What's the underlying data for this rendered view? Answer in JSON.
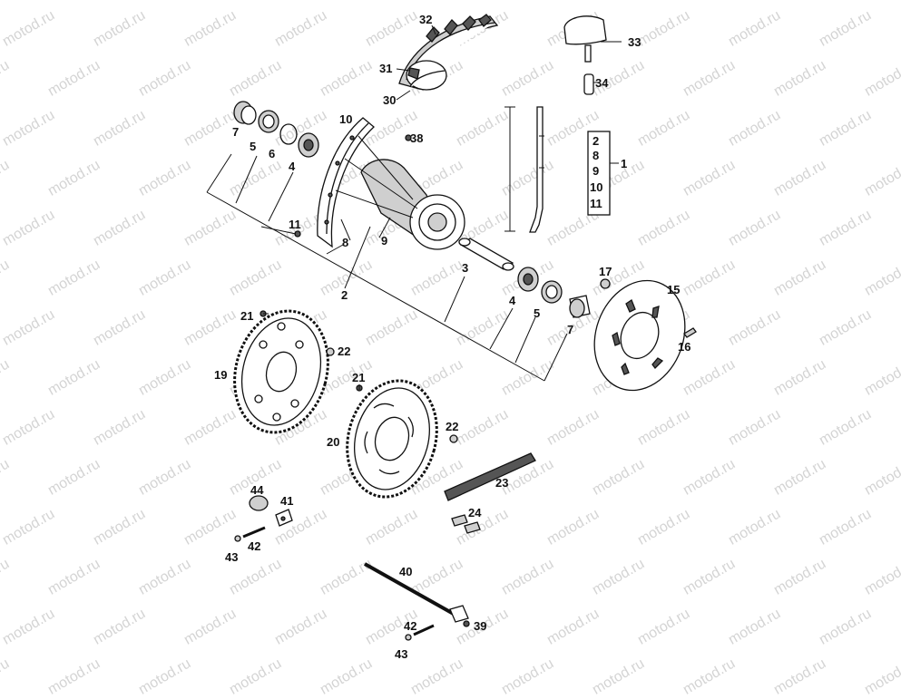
{
  "watermark": {
    "text": "motod.ru"
  },
  "callouts": {
    "c1": "1",
    "c2": "2",
    "c3": "3",
    "c4a": "4",
    "c4b": "4",
    "c5a": "5",
    "c5b": "5",
    "c6": "6",
    "c7a": "7",
    "c7b": "7",
    "c8": "8",
    "c9": "9",
    "c10": "10",
    "c11": "11",
    "c15": "15",
    "c16": "16",
    "c17": "17",
    "c19": "19",
    "c20": "20",
    "c21a": "21",
    "c21b": "21",
    "c22a": "22",
    "c22b": "22",
    "c23": "23",
    "c24": "24",
    "c30": "30",
    "c31": "31",
    "c32": "32",
    "c33": "33",
    "c34": "34",
    "c38": "38",
    "c39": "39",
    "c40": "40",
    "c41": "41",
    "c42a": "42",
    "c42b": "42",
    "c43a": "43",
    "c43b": "43",
    "c44": "44"
  },
  "kit_box": {
    "items": [
      "2",
      "8",
      "9",
      "10",
      "11"
    ]
  }
}
